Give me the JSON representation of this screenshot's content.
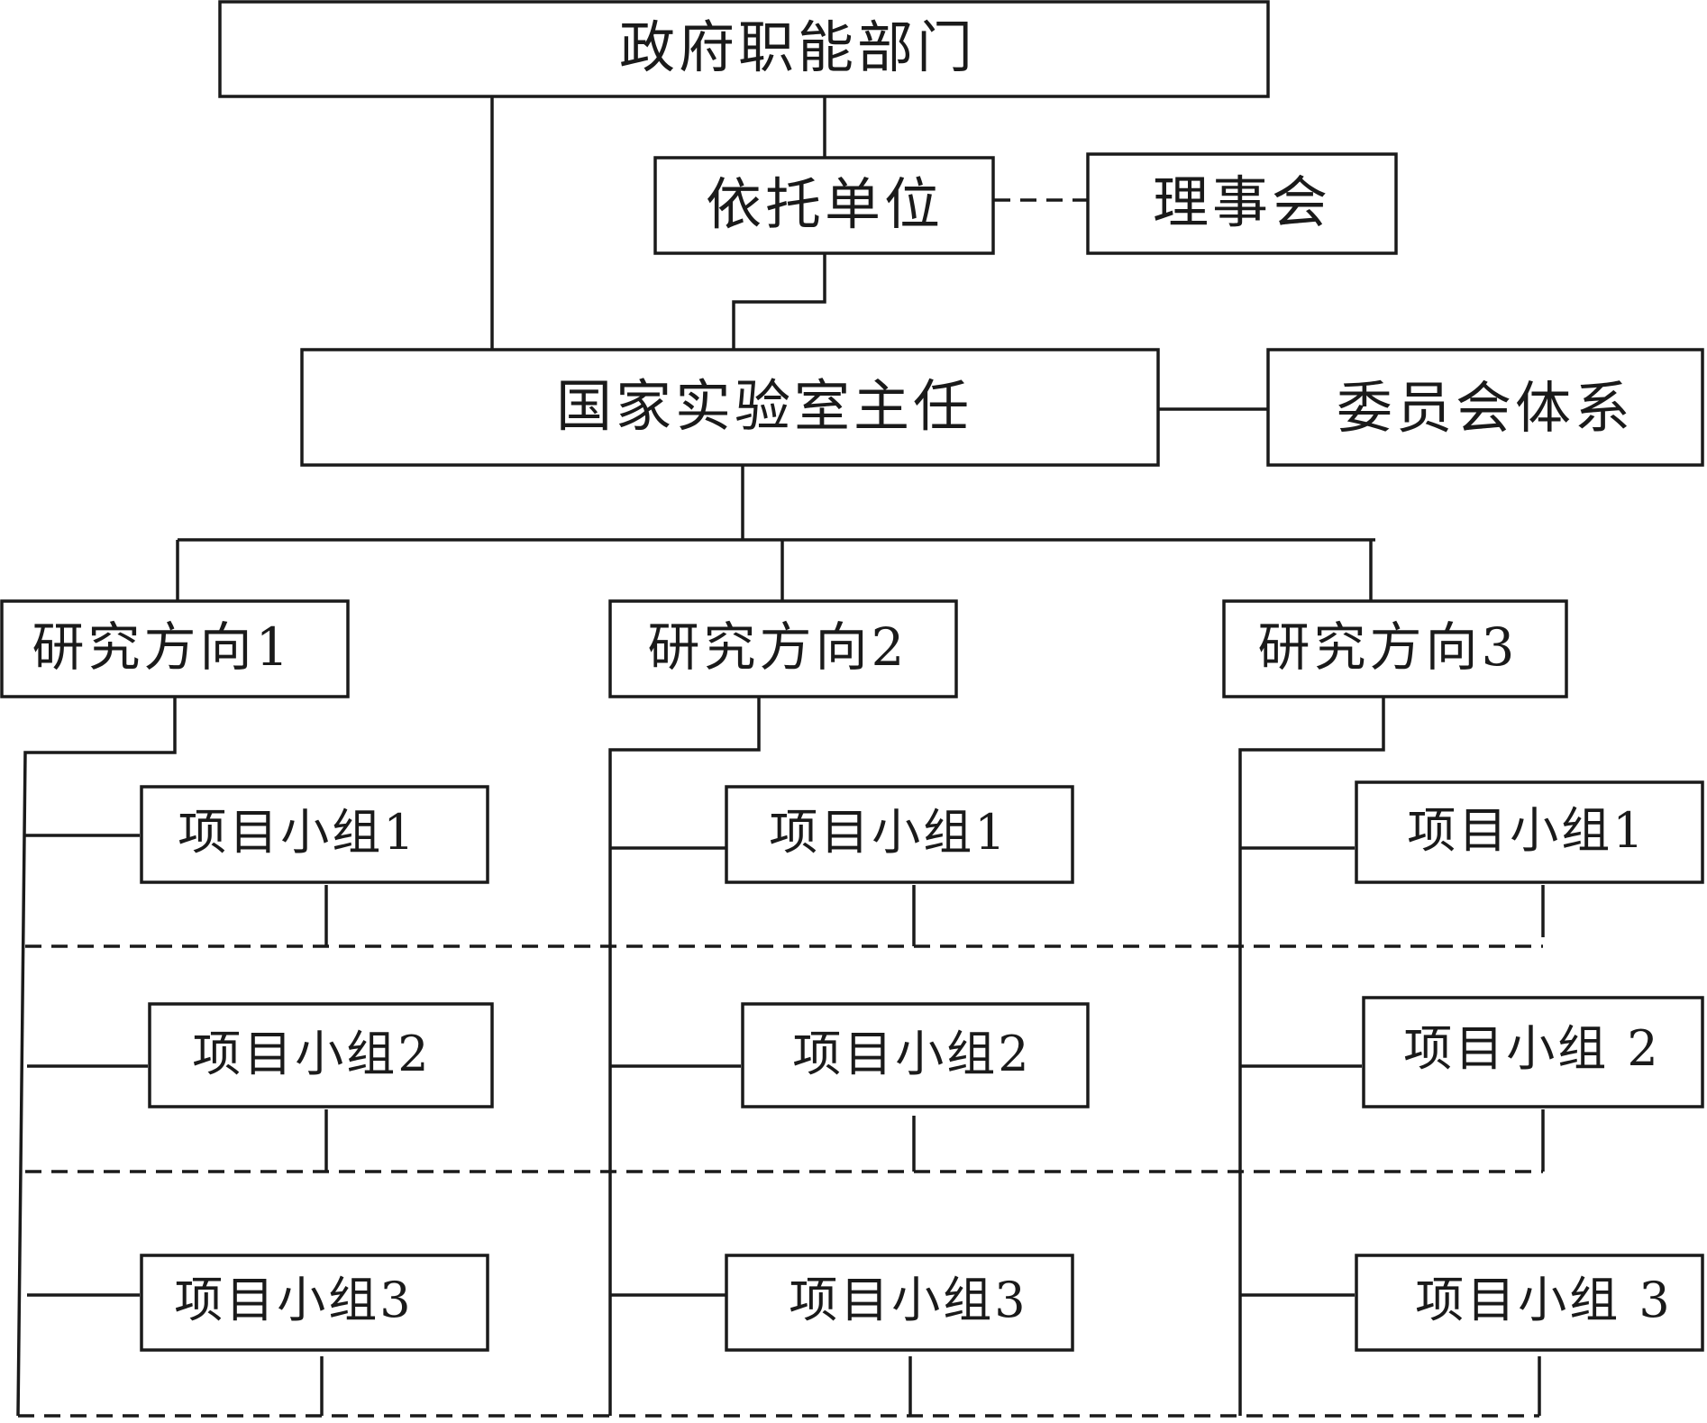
{
  "nodes": {
    "gov": "政府职能部门",
    "host": "依托单位",
    "board": "理事会",
    "director": "国家实验室主任",
    "committee": "委员会体系",
    "directions": [
      "研究方向1",
      "研究方向2",
      "研究方向3"
    ],
    "groups": [
      [
        "项目小组1",
        "项目小组2",
        "项目小组3"
      ],
      [
        "项目小组1",
        "项目小组2",
        "项目小组3"
      ],
      [
        "项目小组1",
        "项目小组 2",
        "项目小组 3"
      ]
    ]
  }
}
